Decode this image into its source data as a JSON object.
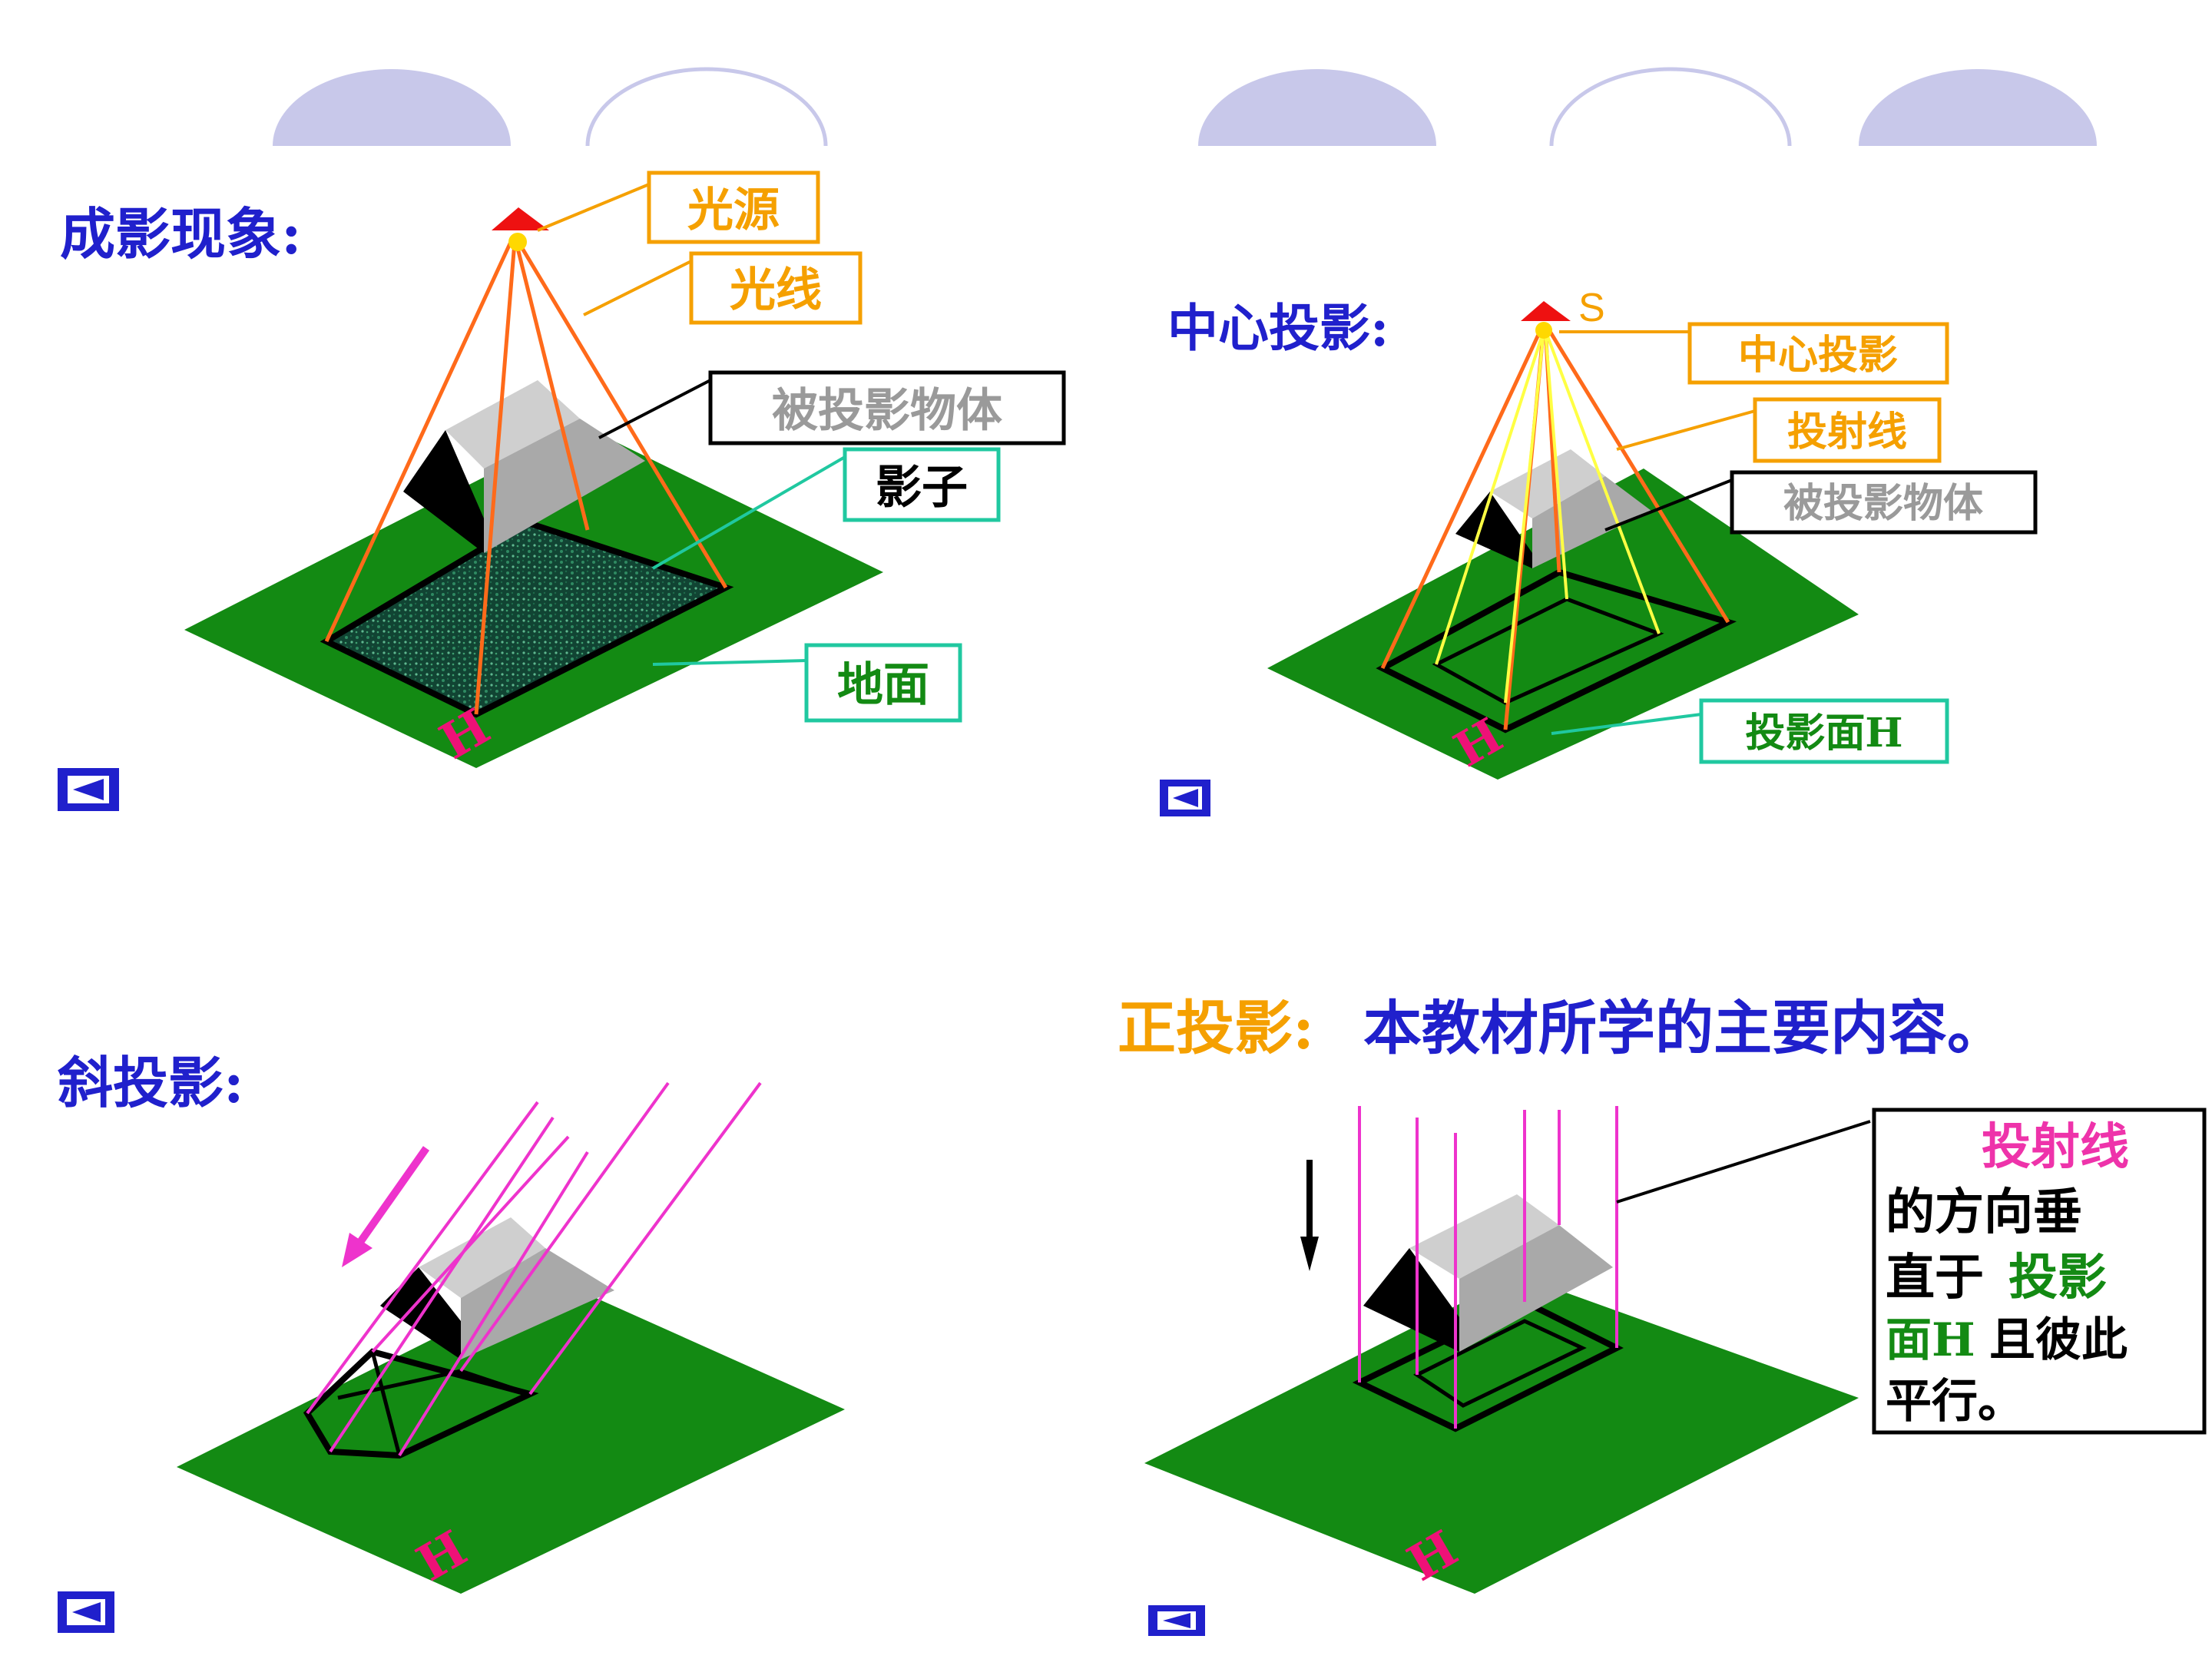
{
  "colors": {
    "blue_title": "#2020cc",
    "orange": "#f5a000",
    "ground": "#138a13",
    "teal": "#20c8a0",
    "magenta": "#ee33cc",
    "red": "#ee1111",
    "yellow_ray": "#ffff44",
    "gray_text": "#9a9a9a",
    "deco_lavender": "#c8c8ea"
  },
  "panel1": {
    "title": "成影现象:",
    "light_source": "光源",
    "ray": "光线",
    "object": "被投影物体",
    "shadow": "影子",
    "ground": "地面",
    "plane": "H"
  },
  "panel2": {
    "title": "中心投影:",
    "source_s": "S",
    "center_projection": "中心投影",
    "projection_line": "投射线",
    "object": "被投影物体",
    "projection_plane": "投影面H",
    "plane": "H"
  },
  "panel3": {
    "title": "斜投影:",
    "plane": "H"
  },
  "panel4": {
    "title_a": "正投影:",
    "title_b": "本教材所学的主要内容。",
    "box_line1": "投射线",
    "box_line2": "的方向垂",
    "box_line3a": "直于",
    "box_line3b": "投影",
    "box_line4a": "面H",
    "box_line4b": "且彼此",
    "box_line5": "平行。",
    "plane": "H"
  },
  "icons": [
    "back-nav-icon",
    "back-nav-icon",
    "back-nav-icon",
    "back-nav-icon"
  ]
}
